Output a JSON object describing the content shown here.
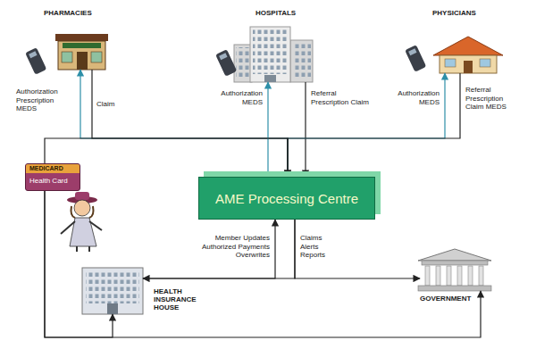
{
  "diagram": {
    "nodes": [
      {
        "text": [
          "PHARMACIES"
        ]
      },
      {
        "text": [
          "HOSPITALS"
        ]
      },
      {
        "text": [
          "PHYSICIANS"
        ]
      },
      {
        "text": [
          "MEDICARD",
          "Health Card"
        ]
      },
      {
        "text": [
          "AME Processing Centre"
        ]
      },
      {
        "text": [
          "HEALTH INSURANCE HOUSE"
        ]
      },
      {
        "text": [
          "GOVERNMENT"
        ]
      }
    ],
    "edges": [
      {
        "from": 4,
        "to": 0,
        "arrow": "to",
        "label": "Authorization Prescription MEDS"
      },
      {
        "from": 0,
        "to": 4,
        "arrow": "to",
        "label": "Claim"
      },
      {
        "from": 4,
        "to": 1,
        "arrow": "to",
        "label": "Authorization MEDS"
      },
      {
        "from": 1,
        "to": 4,
        "arrow": "to",
        "label": "Referral Prescription Claim"
      },
      {
        "from": 4,
        "to": 2,
        "arrow": "to",
        "label": "Authorization MEDS"
      },
      {
        "from": 2,
        "to": 4,
        "arrow": "to",
        "label": "Referral Prescription Claim MEDS"
      },
      {
        "from": 5,
        "to": 4,
        "arrow": "to",
        "label": "Member Updates Authorized Payments Overwrites"
      },
      {
        "from": 4,
        "to": 5,
        "arrow": "to",
        "label": "Claims Alerts Reports"
      },
      {
        "from": 4,
        "to": 6,
        "arrow": "to"
      },
      {
        "from": 3,
        "to": 5,
        "arrow": "to"
      },
      {
        "from": 3,
        "to": 6,
        "arrow": "to"
      },
      {
        "from": 3,
        "to": 4,
        "arrow": "none"
      }
    ]
  }
}
